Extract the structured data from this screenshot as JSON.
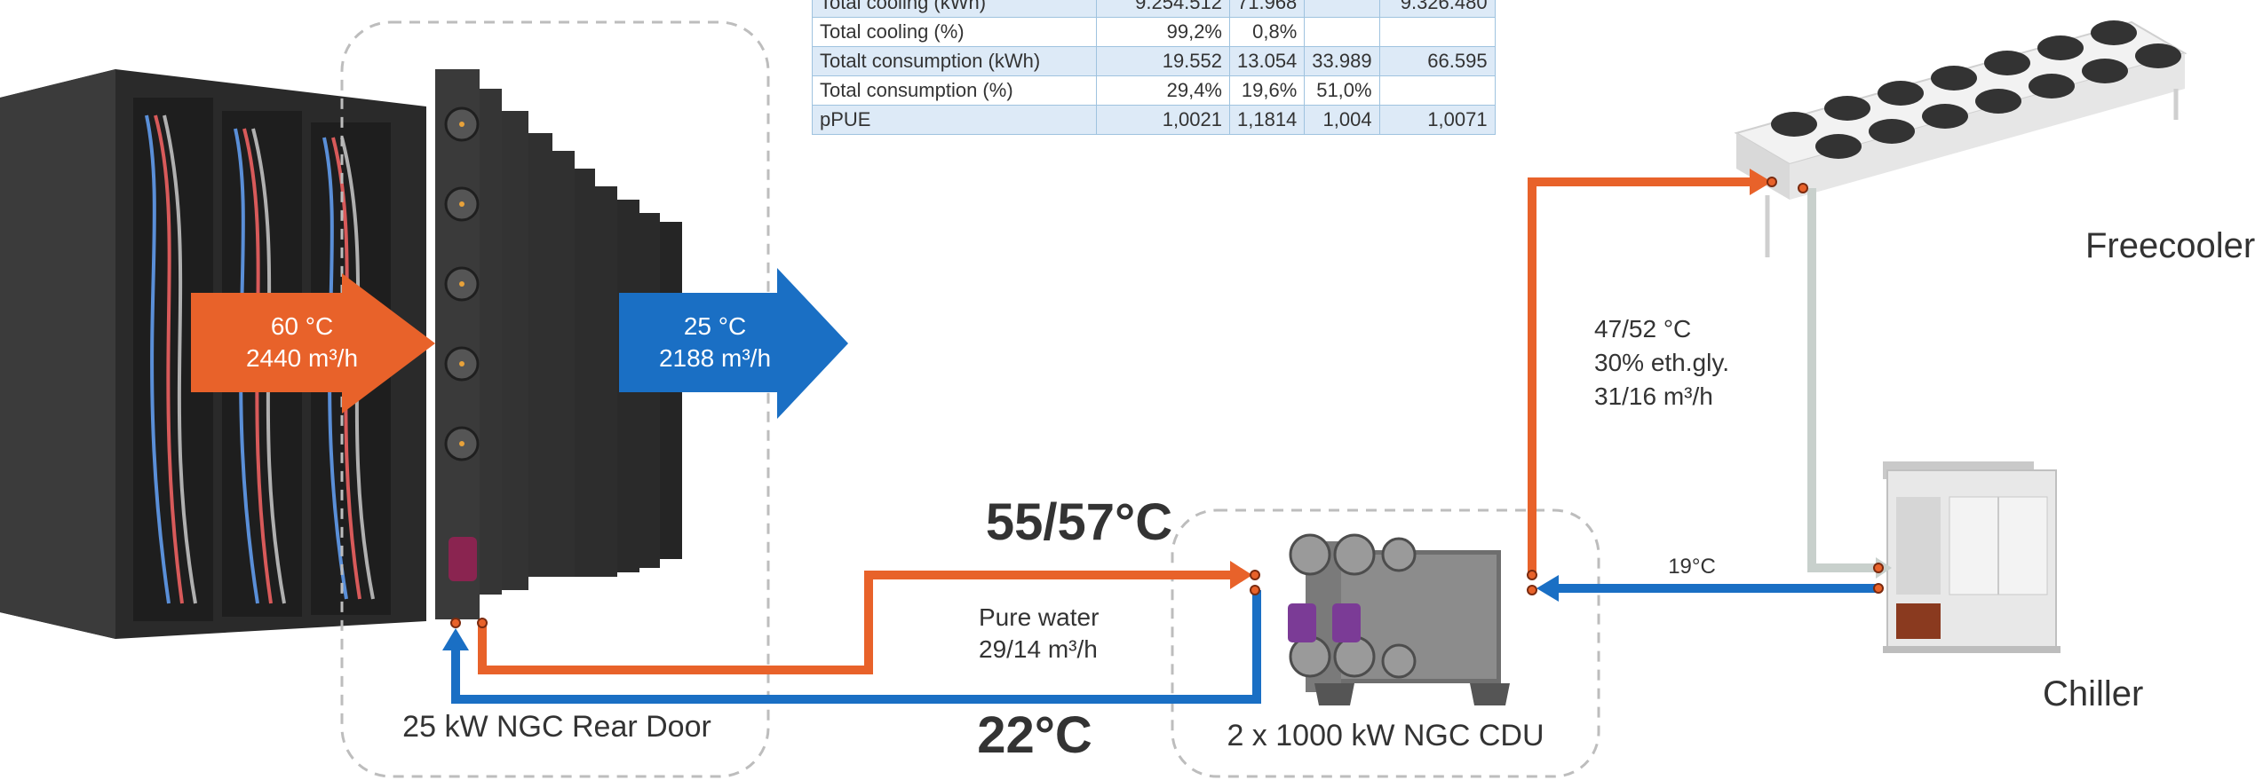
{
  "table": {
    "rows": [
      {
        "label": "Total cooling  (kWh)",
        "values": [
          "9.254.512",
          "71.968",
          "",
          "9.326.480"
        ]
      },
      {
        "label": "Total cooling (%)",
        "values": [
          "99,2%",
          "0,8%",
          "",
          ""
        ]
      },
      {
        "label": "Totalt consumption (kWh)",
        "values": [
          "19.552",
          "13.054",
          "33.989",
          "66.595"
        ]
      },
      {
        "label": "Total consumption (%)",
        "values": [
          "29,4%",
          "19,6%",
          "51,0%",
          ""
        ]
      },
      {
        "label": "pPUE",
        "values": [
          "1,0021",
          "1,1814",
          "1,004",
          "1,0071"
        ]
      }
    ]
  },
  "hot_air": {
    "temp": "60 °C",
    "flow": "2440 m³/h"
  },
  "cold_air": {
    "temp": "25 °C",
    "flow": "2188 m³/h"
  },
  "rear_door_label": "25 kW NGC Rear Door",
  "cdu_label": "2 x 1000 kW NGC CDU",
  "supply_temp": "55/57°C",
  "return_temp": "22°C",
  "water": {
    "line1": "Pure water",
    "line2": "29/14 m³/h"
  },
  "glycol": {
    "line1": "47/52 °C",
    "line2": "30% eth.gly.",
    "line3": "31/16 m³/h"
  },
  "chiller_temp": "19°C",
  "freecooler_label": "Freecooler",
  "chiller_label": "Chiller",
  "colors": {
    "hot": "#e8622a",
    "cold": "#1a6fc4",
    "grey_pipe": "#c8d0cc",
    "dashed": "#bdbdbd"
  }
}
